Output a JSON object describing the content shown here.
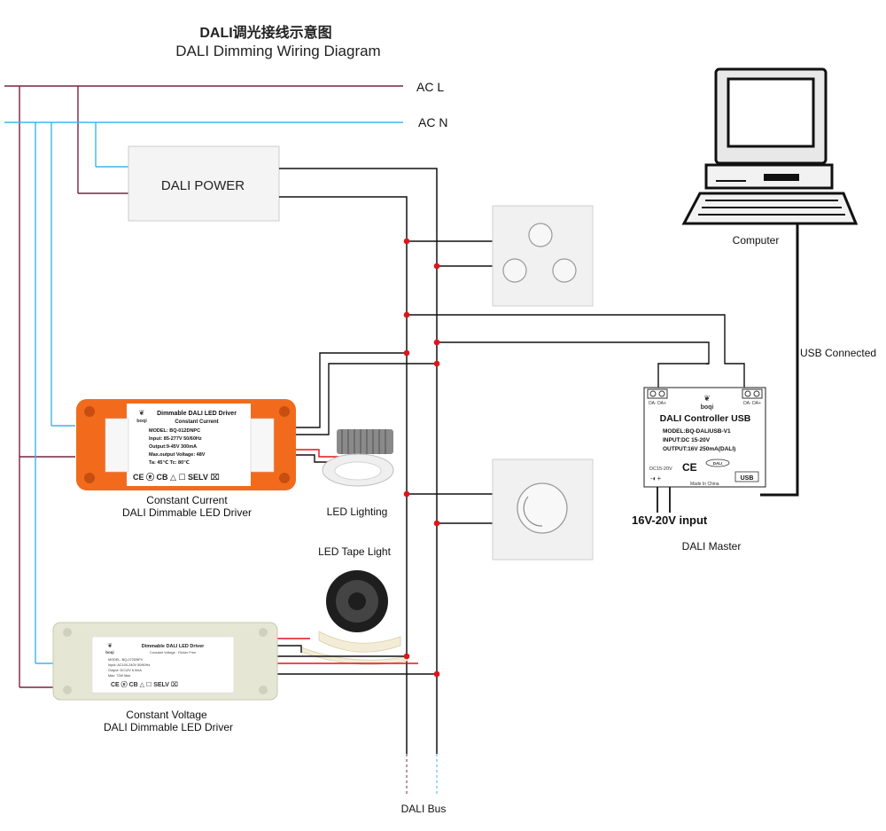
{
  "title": {
    "cn": "DALI调光接线示意图",
    "en": "DALI Dimming Wiring Diagram"
  },
  "lines": {
    "ac_l": "AC L",
    "ac_n": "AC N",
    "dali_bus": "DALI Bus"
  },
  "power": {
    "label": "DALI POWER"
  },
  "computer": {
    "label": "Computer",
    "link_label": "USB  Connected"
  },
  "controller": {
    "title": "DALI Controller USB",
    "model": "MODEL:BQ-DALIUSB-V1",
    "input": "INPUT:DC 15-20V",
    "output": "OUTPUT:16V 250mA(DALI)",
    "brand": "boqi",
    "terminal_left": "DA- DA+",
    "terminal_right": "DA- DA+",
    "dc_label": "DC15-20V",
    "ce": "CE",
    "dali_logo": "DALI",
    "made_in": "Made In China",
    "usb": "USB",
    "input_label": "16V-20V input",
    "caption": "DALI Master"
  },
  "cc_driver": {
    "brand": "boqi",
    "title": "Dimmable DALI LED Driver",
    "subtitle": "Constant Current",
    "model": "MODEL: BQ-012DNPC",
    "input": "Input: 85-277V 50/60Hz",
    "output": "Output:9-45V 300mA",
    "max_voltage": "Max.output Voltage: 48V",
    "temp": "Ta: 45℃ Tc: 80℃",
    "marks": "CE ⓔ CB △ ☐ SELV ⌧",
    "caption_line1": "Constant Current",
    "caption_line2": "DALI Dimmable LED Driver"
  },
  "led_lighting": {
    "label": "LED Lighting"
  },
  "tape_light": {
    "label": "LED Tape Light"
  },
  "cv_driver": {
    "brand": "boqi",
    "title": "Dimmable DALI LED Driver",
    "subtitle": "Constant Voltage · Flicker Free",
    "model": "MODEL: BQ-072DNPV",
    "input": "Input: AC100-240V 50/60Hz",
    "output": "Output: DC12V 6.0mA",
    "power": "Max: 72W Max",
    "marks": "CE ⓔ CB △ ☐ SELV ⌧",
    "caption_line1": "Constant Voltage",
    "caption_line2": "DALI Dimmable LED Driver"
  },
  "colors": {
    "ac_l": "#7a2340",
    "ac_n": "#3fb5e5",
    "bus": "#111111",
    "junction": "#e0151b",
    "cc_driver": "#f26b1d"
  }
}
